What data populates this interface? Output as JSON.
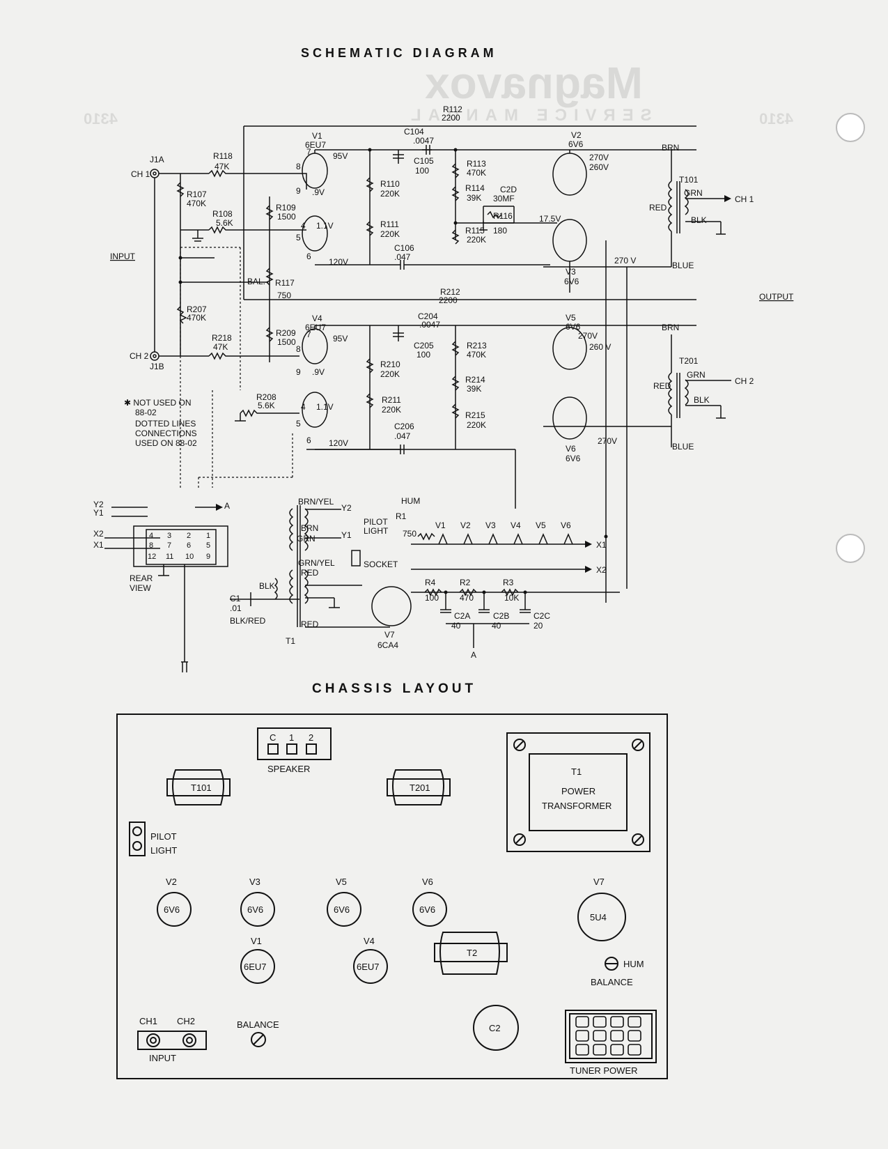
{
  "headings": {
    "schematic": "SCHEMATIC DIAGRAM",
    "chassis": "CHASSIS LAYOUT"
  },
  "watermark": {
    "brand": "Magnavox",
    "subtitle": "SERVICE MANUAL",
    "code": "4310"
  },
  "notes": {
    "star": "✱ NOT USED ON",
    "model1": "88-02",
    "dotted1": "DOTTED LINES",
    "dotted2": "CONNECTIONS",
    "dotted3": "USED ON 88-02"
  },
  "labels": {
    "input": "INPUT",
    "output": "OUTPUT",
    "ch1": "CH 1",
    "ch2": "CH 2",
    "j1a": "J1A",
    "j1b": "J1B",
    "ch1out": "CH 1",
    "ch2out": "CH 2",
    "rear": "REAR",
    "view": "VIEW",
    "hum": "HUM",
    "bal": "BAL.",
    "pilot": "PILOT",
    "light": "LIGHT",
    "socket": "SOCKET",
    "brn_yel": "BRN/YEL",
    "brn": "BRN",
    "grn": "GRN",
    "grn_yel": "GRN/YEL",
    "red": "RED",
    "blk": "BLK",
    "blk_red": "BLK/RED",
    "blue": "BLUE",
    "t1": "T1",
    "y1": "Y1",
    "y2": "Y2",
    "x1": "X1",
    "x2": "X2",
    "a": "A",
    "t101": "T101",
    "t201": "T201",
    "v7": "V7",
    "v7t": "6CA4",
    "v1": "V1",
    "v1t": "6EU7",
    "v4": "V4",
    "v4t": "6EU7",
    "v2": "V2",
    "v2t": "6V6",
    "v3": "V3",
    "v3t": "6V6",
    "v5": "V5",
    "v5t": "6V6",
    "v6": "V6",
    "v6t": "6V6"
  },
  "components": {
    "r118": [
      "R118",
      "47K"
    ],
    "r107": [
      "R107",
      "470K"
    ],
    "r108": [
      "R108",
      "5.6K"
    ],
    "r109": [
      "R109",
      "1500"
    ],
    "r117": [
      "R117",
      "750"
    ],
    "r207": [
      "R207",
      "470K"
    ],
    "r218": [
      "R218",
      "47K"
    ],
    "r209": [
      "R209",
      "1500"
    ],
    "r208": [
      "R208",
      "5.6K"
    ],
    "r110": [
      "R110",
      "220K"
    ],
    "r111": [
      "R111",
      "220K"
    ],
    "r112": [
      "R112",
      "2200"
    ],
    "r113": [
      "R113",
      "470K"
    ],
    "r114": [
      "R114",
      "39K"
    ],
    "r115": [
      "R115",
      "220K"
    ],
    "r116": [
      "R116",
      "180"
    ],
    "c104": [
      "C104",
      ".0047"
    ],
    "c105": [
      "C105",
      "100"
    ],
    "c106": [
      "C106",
      ".047"
    ],
    "c2d": [
      "C2D",
      "30MF"
    ],
    "r210": [
      "R210",
      "220K"
    ],
    "r211": [
      "R211",
      "220K"
    ],
    "r212": [
      "R212",
      "2200"
    ],
    "r213": [
      "R213",
      "470K"
    ],
    "r214": [
      "R214",
      "39K"
    ],
    "r215": [
      "R215",
      "220K"
    ],
    "c204": [
      "C204",
      ".0047"
    ],
    "c205": [
      "C205",
      "100"
    ],
    "c206": [
      "C206",
      ".047"
    ],
    "r1": [
      "R1",
      "750"
    ],
    "r4": [
      "R4",
      "100"
    ],
    "r2": [
      "R2",
      "470"
    ],
    "r3": [
      "R3",
      "10K"
    ],
    "c2a": [
      "C2A",
      "40"
    ],
    "c2b": [
      "C2B",
      "40"
    ],
    "c2c": [
      "C2C",
      "20"
    ],
    "c1": [
      "C1",
      ".01"
    ]
  },
  "voltages": {
    "v95a": "95V",
    "v9a": ".9V",
    "v11a": "1.1V",
    "v120a": "120V",
    "v95b": "95V",
    "v9b": ".9V",
    "v11b": "1.1V",
    "v120b": "120V",
    "v270a": "270V",
    "v260a": "260V",
    "v175": "17.5V",
    "v270b": "270 V",
    "v270c": "270V",
    "v260b": "260 V",
    "v270d": "270V"
  },
  "pins": {
    "p8": "8",
    "p9": "9",
    "p4": "4",
    "p5": "5",
    "p6": "6",
    "p7": "7",
    "p3": "3",
    "p1": "1",
    "p2": "2"
  },
  "heater_row": [
    "V1",
    "V2",
    "V3",
    "V4",
    "V5",
    "V6"
  ],
  "socket_pins": [
    "4",
    "3",
    "2",
    "1",
    "8",
    "7",
    "6",
    "5",
    "12",
    "11",
    "10",
    "9"
  ],
  "chassis": {
    "speaker": "SPEAKER",
    "spk_c": "C",
    "spk_1": "1",
    "spk_2": "2",
    "t101": "T101",
    "t201": "T201",
    "t1": "T1",
    "power": "POWER",
    "transformer": "TRANSFORMER",
    "pilot": "PILOT",
    "light": "LIGHT",
    "tubes": [
      {
        "label": "V2",
        "type": "6V6"
      },
      {
        "label": "V3",
        "type": "6V6"
      },
      {
        "label": "V5",
        "type": "6V6"
      },
      {
        "label": "V6",
        "type": "6V6"
      },
      {
        "label": "V7",
        "type": "5U4"
      },
      {
        "label": "V1",
        "type": "6EU7"
      },
      {
        "label": "V4",
        "type": "6EU7"
      }
    ],
    "t2": "T2",
    "c2": "C2",
    "hum": "HUM",
    "balance_hum": "BALANCE",
    "ch1": "CH1",
    "ch2": "CH2",
    "input": "INPUT",
    "balance": "BALANCE",
    "tuner_power": "TUNER POWER"
  }
}
